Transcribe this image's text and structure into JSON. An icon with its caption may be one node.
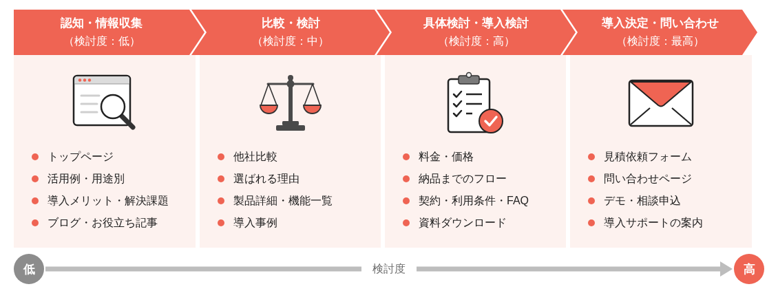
{
  "diagram": {
    "nodes": [
      {
        "text": [
          "認知・情報収集",
          "（検討度：低）"
        ]
      },
      {
        "text": [
          "比較・検討",
          "（検討度：中）"
        ]
      },
      {
        "text": [
          "具体検討・導入検討",
          "（検討度：高）"
        ]
      },
      {
        "text": [
          "導入決定・問い合わせ",
          "（検討度：最高）"
        ]
      },
      {
        "text": [
          "トップページ",
          "活用例・用途別",
          "導入メリット・解決課題",
          "ブログ・お役立ち記事"
        ]
      },
      {
        "text": [
          "他社比較",
          "選ばれる理由",
          "製品詳細・機能一覧",
          "導入事例"
        ]
      },
      {
        "text": [
          "料金・価格",
          "納品までのフロー",
          "契約・利用条件・FAQ",
          "資料ダウンロード"
        ]
      },
      {
        "text": [
          "見積依頼フォーム",
          "問い合わせページ",
          "デモ・相談申込",
          "導入サポートの案内"
        ]
      },
      {
        "text": [
          "低"
        ]
      },
      {
        "text": [
          "高"
        ]
      }
    ],
    "edges": [
      {
        "from": 8,
        "to": 9,
        "arrow": "to",
        "label": "検討度"
      }
    ]
  }
}
